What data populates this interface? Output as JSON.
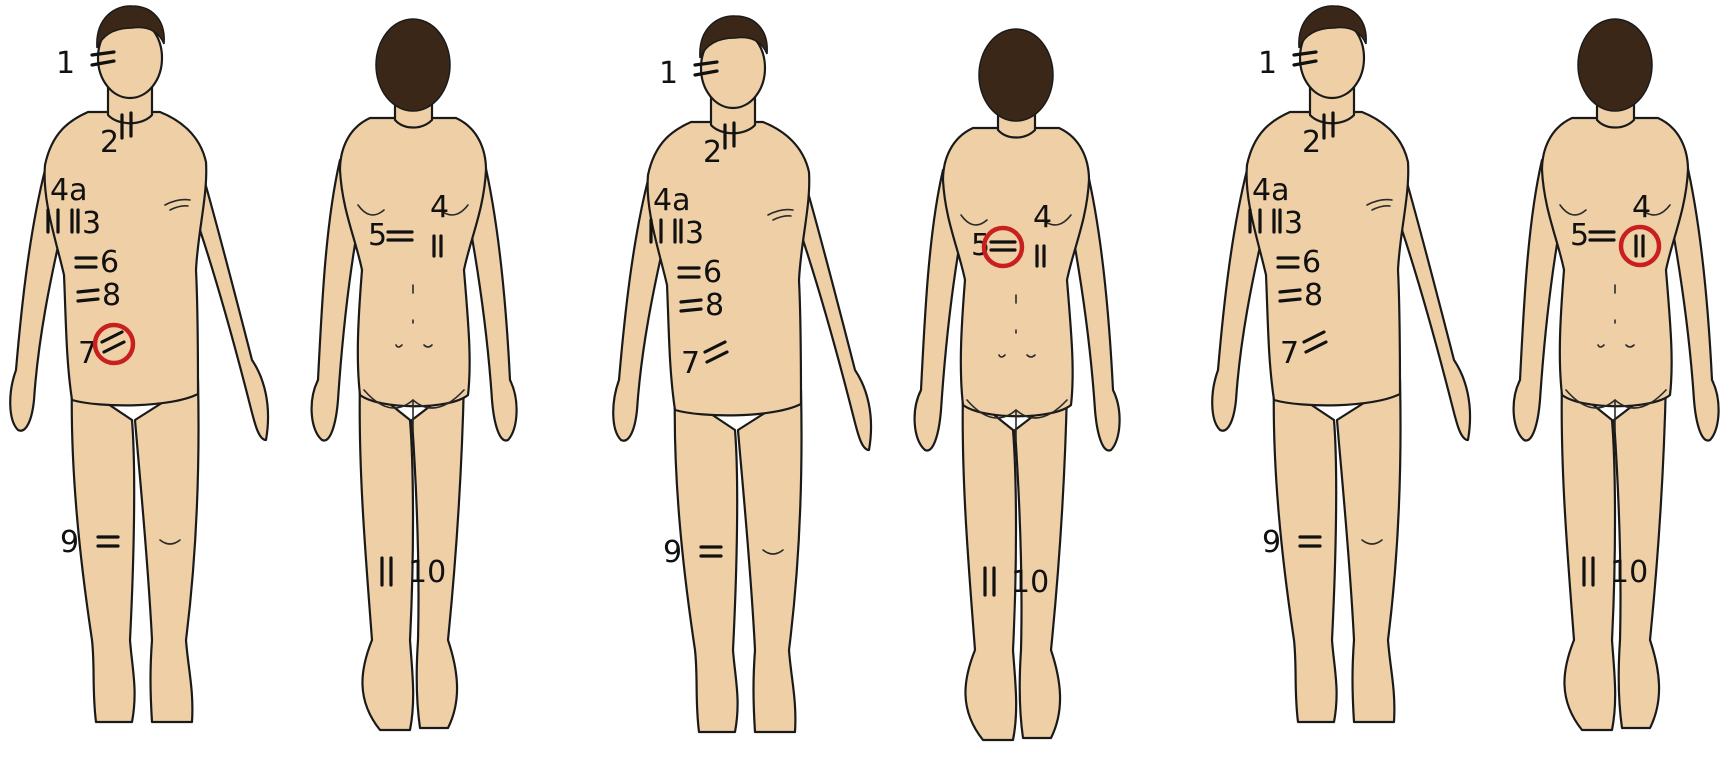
{
  "colors": {
    "skin": "#efd0a6",
    "hair": "#3a2718",
    "outline": "#1a1a1a",
    "ink": "#111111",
    "highlight_ring": "#c8201f"
  },
  "panels": [
    {
      "front_labels": {
        "l1": "1",
        "l2": "2",
        "l4a": "4a",
        "l3": "3",
        "l6": "6",
        "l8": "8",
        "l7": "7",
        "l9": "9"
      },
      "back_labels": {
        "l5": "5",
        "l4": "4",
        "l10": "10"
      },
      "highlighted_point": "7"
    },
    {
      "front_labels": {
        "l1": "1",
        "l2": "2",
        "l4a": "4a",
        "l3": "3",
        "l6": "6",
        "l8": "8",
        "l7": "7",
        "l9": "9"
      },
      "back_labels": {
        "l5": "5",
        "l4": "4",
        "l10": "10"
      },
      "highlighted_point": "5"
    },
    {
      "front_labels": {
        "l1": "1",
        "l2": "2",
        "l4a": "4a",
        "l3": "3",
        "l6": "6",
        "l8": "8",
        "l7": "7",
        "l9": "9"
      },
      "back_labels": {
        "l5": "5",
        "l4": "4",
        "l10": "10"
      },
      "highlighted_point": "4"
    }
  ]
}
